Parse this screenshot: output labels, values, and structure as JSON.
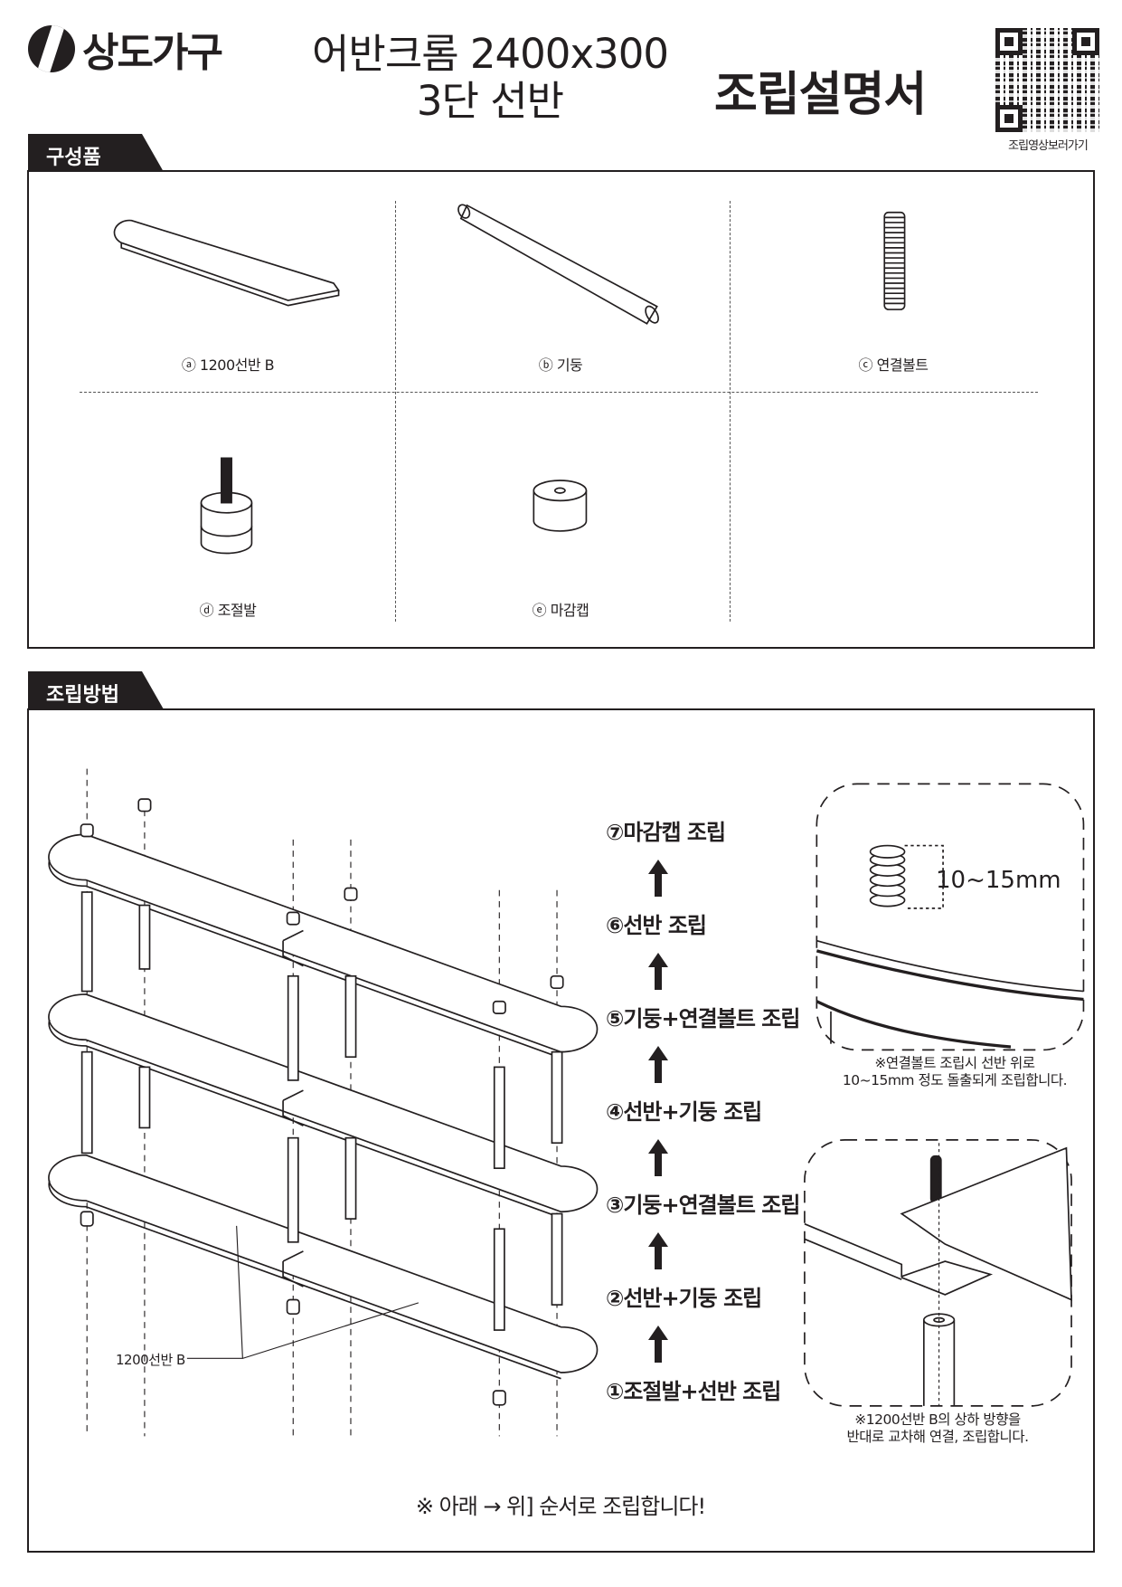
{
  "header": {
    "brand": "상도가구",
    "title_line1": "어반크롬 2400x300",
    "title_line2": "3단 선반",
    "doc_type": "조립설명서",
    "qr_caption": "조립영상보러가기"
  },
  "parts": {
    "section_label": "구성품",
    "items": [
      {
        "label": "ⓐ 1200선반 B"
      },
      {
        "label": "ⓑ 기둥"
      },
      {
        "label": "ⓒ 연결볼트"
      },
      {
        "label": "ⓓ 조절발"
      },
      {
        "label": "ⓔ 마감캡"
      }
    ]
  },
  "assembly": {
    "section_label": "조립방법",
    "steps": [
      "⑦마감캡 조립",
      "⑥선반 조립",
      "⑤기둥+연결볼트 조립",
      "④선반+기둥 조립",
      "③기둥+연결볼트 조립",
      "②선반+기둥 조립",
      "①조절발+선반 조립"
    ],
    "shelf_callout": "1200선반 B",
    "detail1": {
      "dimension": "10~15mm",
      "note_line1": "※연결볼트 조립시 선반 위로",
      "note_line2": "10~15mm 정도 돌출되게 조립합니다."
    },
    "detail2": {
      "note_line1": "※1200선반 B의 상하 방향을",
      "note_line2": "반대로 교차해 연결, 조립합니다."
    },
    "footer_note": "※ 아래 → 위] 순서로 조립합니다!"
  }
}
